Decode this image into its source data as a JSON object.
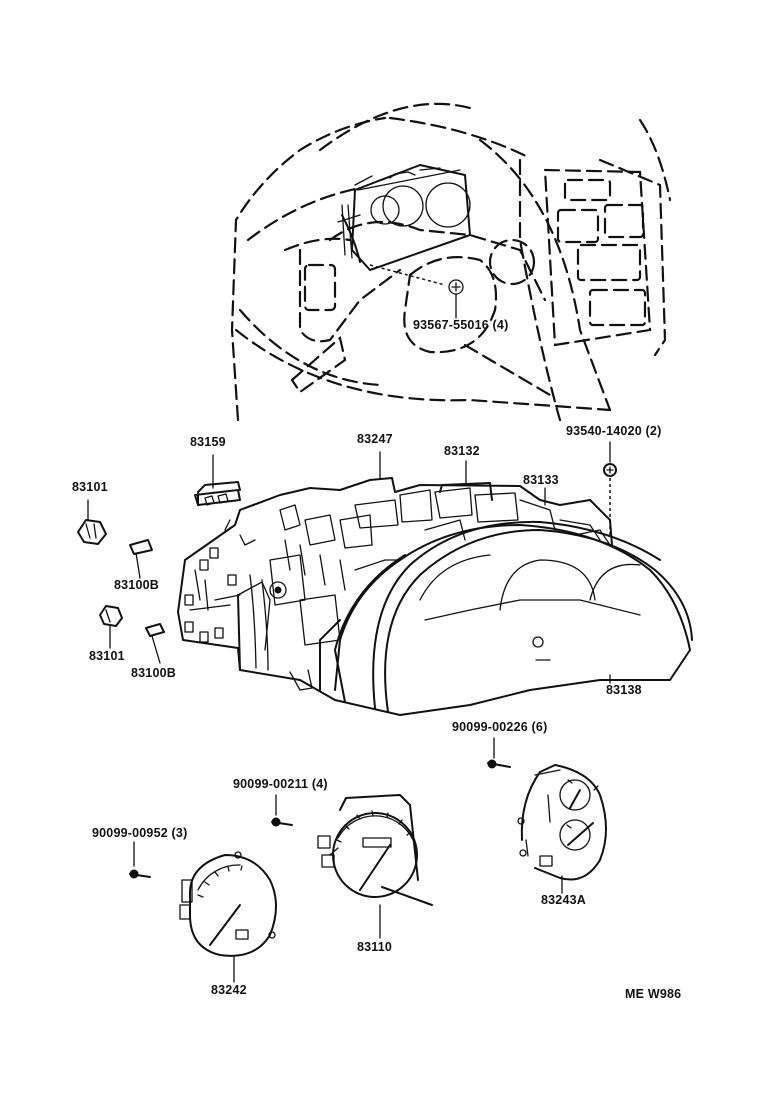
{
  "diagram": {
    "labels": {
      "clip_93567": "93567-55016 (4)",
      "p83159": "83159",
      "p83247": "83247",
      "p83132": "83132",
      "screw_93540": "93540-14020 (2)",
      "p83101_top": "83101",
      "p83133": "83133",
      "p83100b_top": "83100B",
      "p83101_bottom": "83101",
      "p83100b_bottom": "83100B",
      "p83138": "83138",
      "screw_90099_00226": "90099-00226 (6)",
      "screw_90099_00211": "90099-00211 (4)",
      "screw_90099_00952": "90099-00952 (3)",
      "p83243a": "83243A",
      "p83110": "83110",
      "p83242": "83242",
      "drawing_code": "ME W986"
    }
  }
}
